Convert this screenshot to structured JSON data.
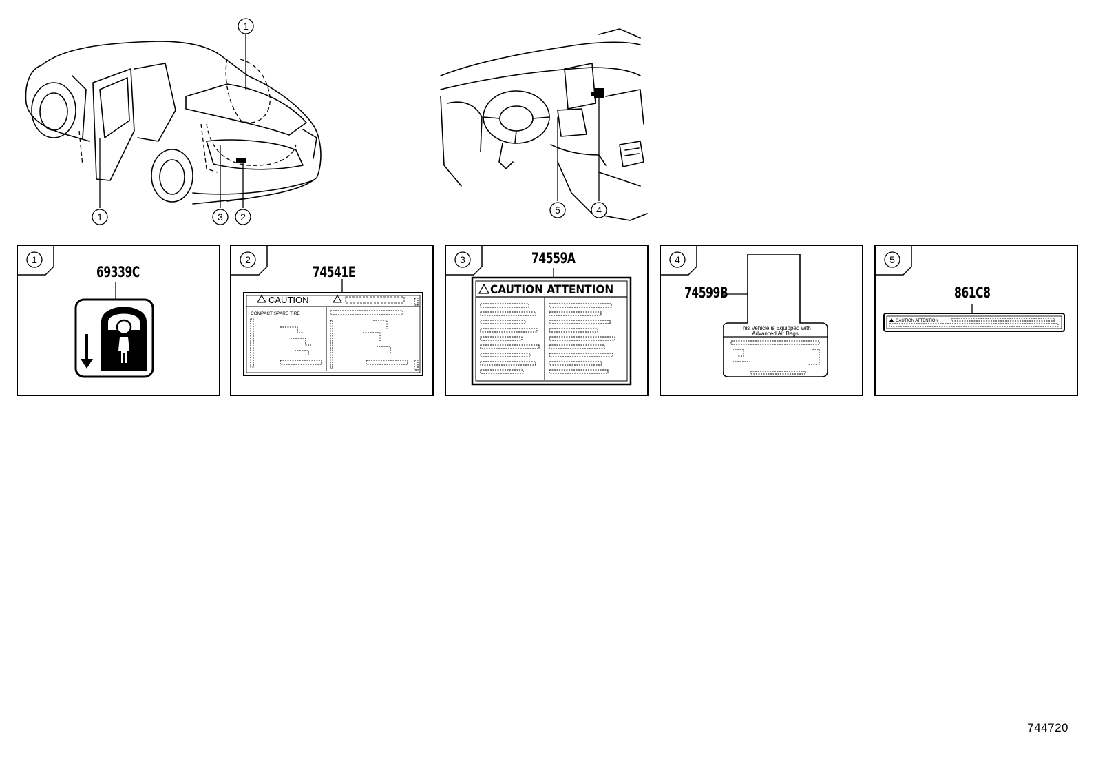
{
  "callouts": {
    "car": [
      "1",
      "1",
      "3",
      "2"
    ],
    "dash": [
      "5",
      "4"
    ]
  },
  "panels": [
    {
      "index": "1",
      "part_number": "69339C"
    },
    {
      "index": "2",
      "part_number": "74541E",
      "label_title": "CAUTION",
      "label_subtitle": "COMPACT SPARE TIRE"
    },
    {
      "index": "3",
      "part_number": "74559A",
      "label_title": "CAUTION  ATTENTION"
    },
    {
      "index": "4",
      "part_number": "74599B",
      "label_text_1": "This Vehicle is Equipped with",
      "label_text_2": "Advanced Air Bags"
    },
    {
      "index": "5",
      "part_number": "861C8",
      "label_title": "CAUTION  ATTENTION"
    }
  ],
  "footer": {
    "code": "744720"
  }
}
